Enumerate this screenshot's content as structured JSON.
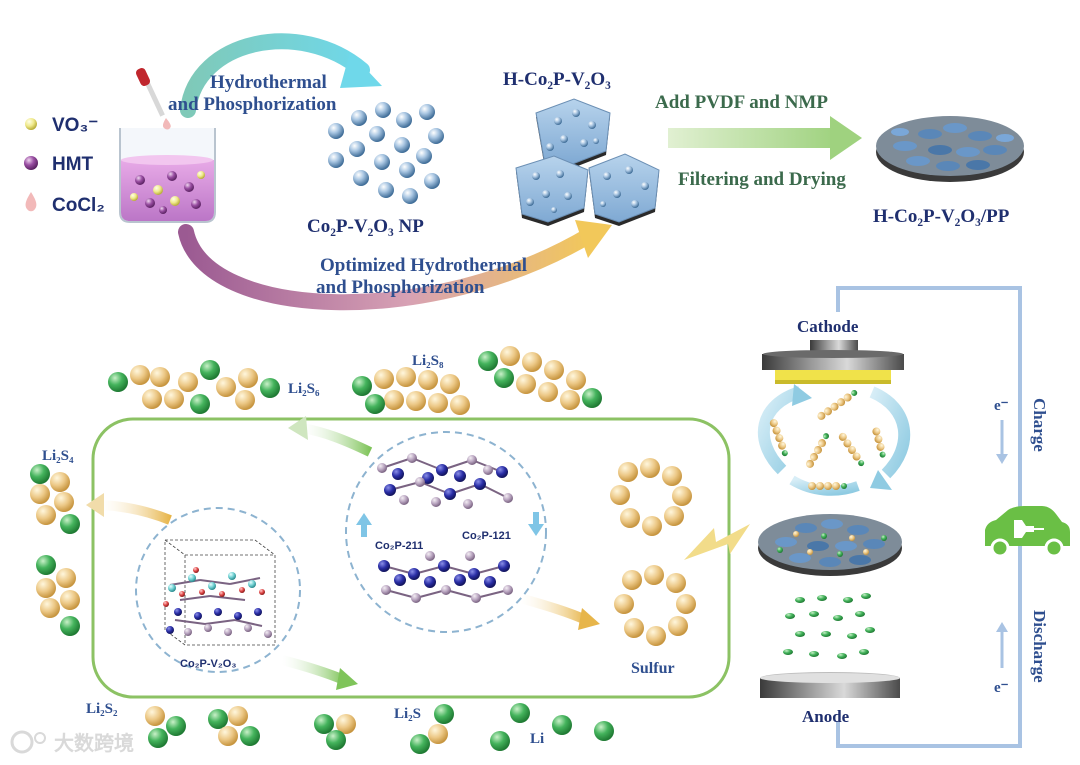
{
  "legend": {
    "vo3": "VO₃⁻",
    "hmt": "HMT",
    "cocl2": "CoCl₂"
  },
  "synthesis": {
    "step1_line1": "Hydrothermal",
    "step1_line2": "and Phosphorization",
    "np_label": "Co₂P-V₂O₃ NP",
    "hollow_label": "H-Co₂P-V₂O₃",
    "step2_line1": "Optimized Hydrothermal",
    "step2_line2": "and Phosphorization",
    "step3_top": "Add PVDF and NMP",
    "step3_bottom": "Filtering and Drying",
    "product_label": "H-Co₂P-V₂O₃/PP"
  },
  "mechanism": {
    "li2s8": "Li₂S₈",
    "li2s6": "Li₂S₆",
    "li2s4": "Li₂S₄",
    "li2s2": "Li₂S₂",
    "li2s": "Li₂S",
    "li": "Li",
    "sulfur": "Sulfur",
    "co2p211": "Co₂P-211",
    "co2p121": "Co₂P-121",
    "hetero": "Co₂P-V₂O₃"
  },
  "battery": {
    "cathode": "Cathode",
    "anode": "Anode",
    "electron_top": "e⁻",
    "electron_bottom": "e⁻",
    "charge": "Charge",
    "discharge": "Discharge"
  },
  "watermark": "大数跨境",
  "colors": {
    "sphere_blue": "#8fb4d6",
    "sulfur_yellow": "#e6c27a",
    "lithium_green": "#3fae5a",
    "frame_green": "#8cc264",
    "dashed_blue": "#8db3d0",
    "circuit_blue": "#a9c3e3",
    "car_green": "#6abf45"
  }
}
